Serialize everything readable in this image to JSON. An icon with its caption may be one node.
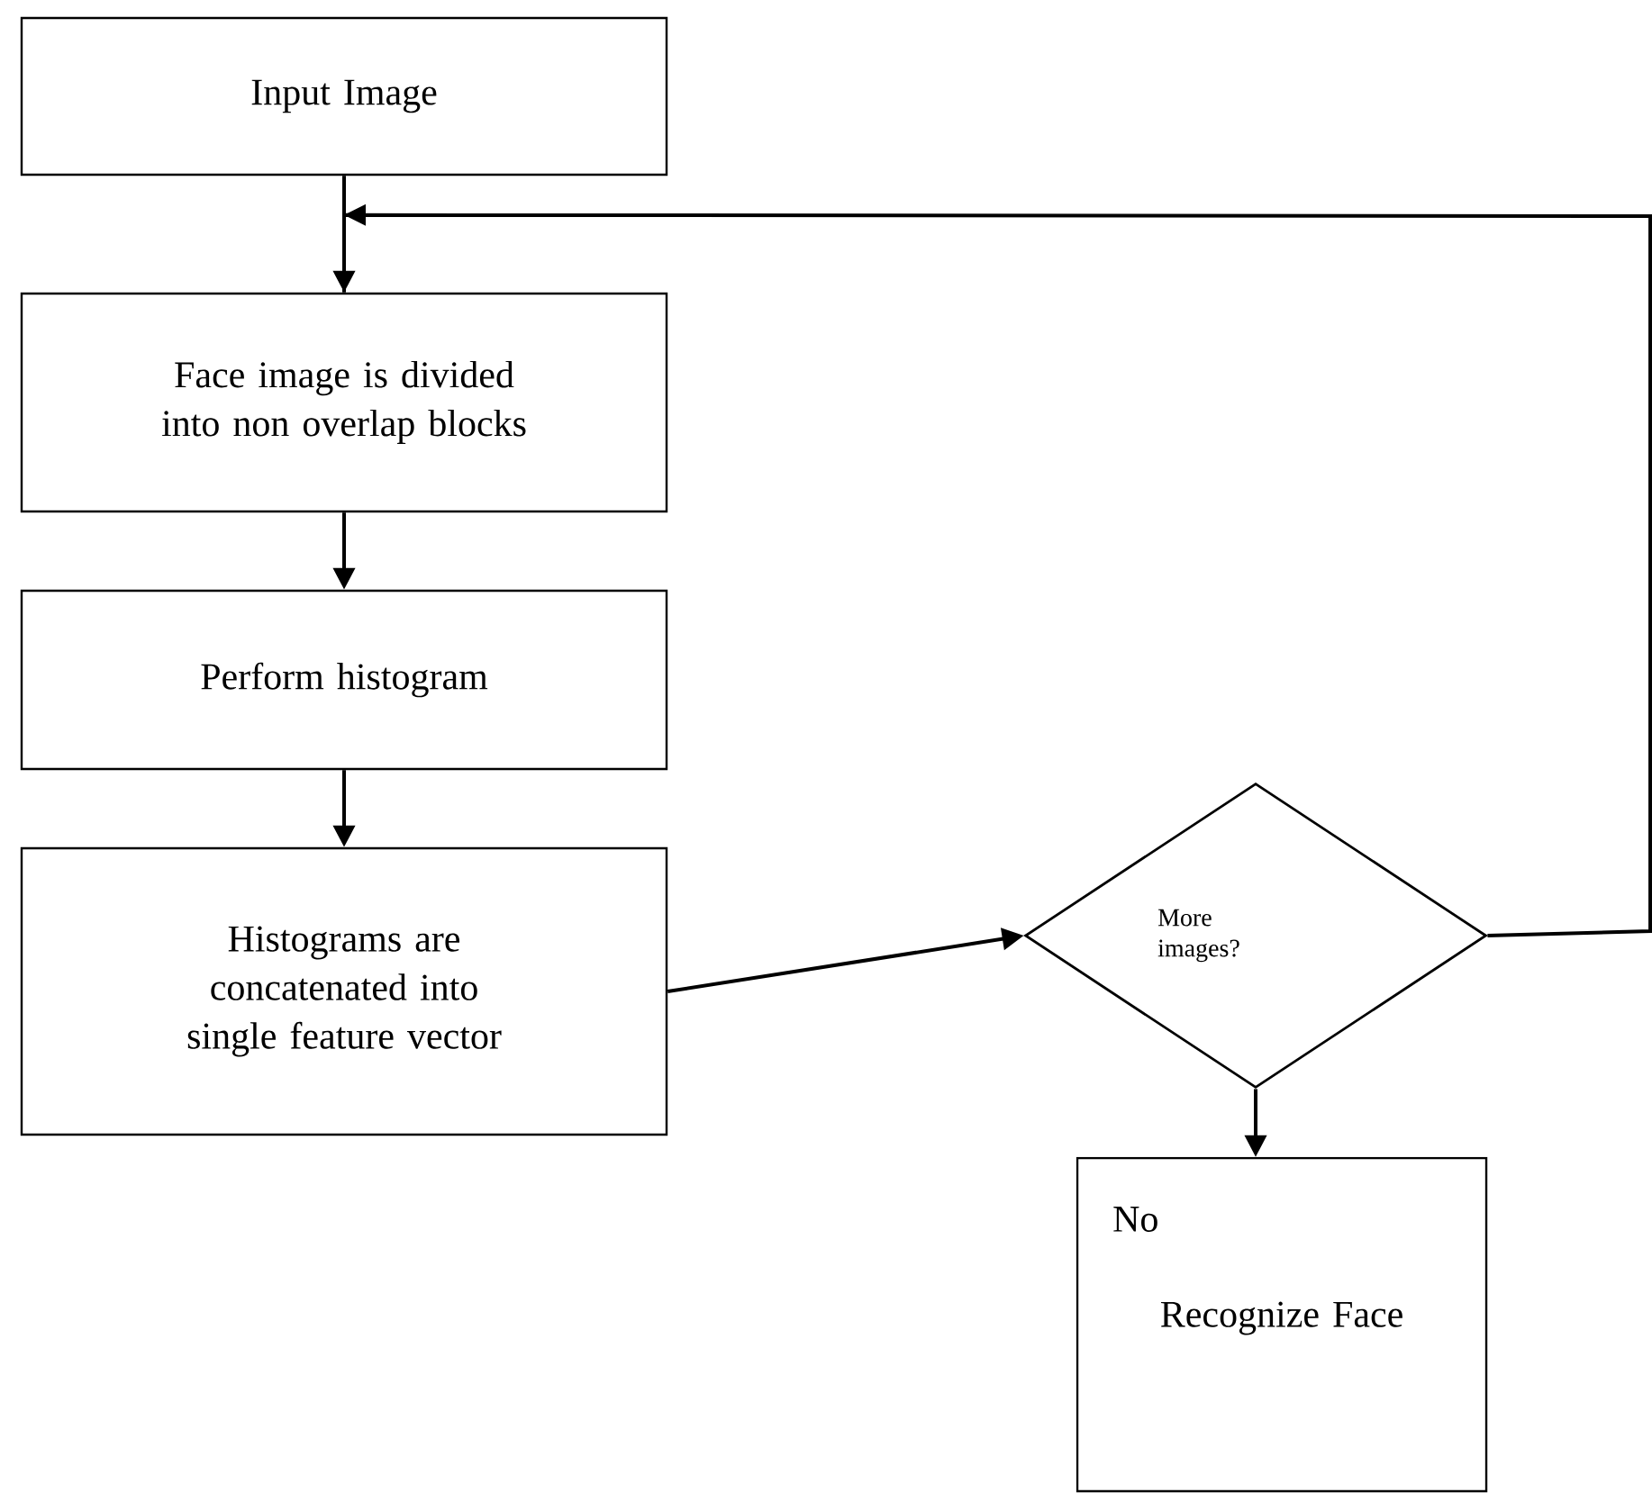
{
  "diagram": {
    "nodes": [
      {
        "text": [
          "Input Image"
        ]
      },
      {
        "text": [
          "Face image is divided into non overlap blocks"
        ]
      },
      {
        "text": [
          "Perform histogram"
        ]
      },
      {
        "text": [
          "Histograms are concatenated into single feature vector"
        ]
      },
      {
        "text": [
          "More images?"
        ]
      },
      {
        "text": [
          "No",
          "Recognize Face"
        ]
      }
    ],
    "edges": [
      {
        "from": 0,
        "to": 1,
        "arrow": "to"
      },
      {
        "from": 1,
        "to": 2,
        "arrow": "to"
      },
      {
        "from": 2,
        "to": 3,
        "arrow": "to"
      },
      {
        "from": 3,
        "to": 4,
        "arrow": "to"
      },
      {
        "from": 4,
        "to": 5,
        "arrow": "to"
      },
      {
        "from": 4,
        "to": 1,
        "arrow": "to"
      }
    ]
  }
}
